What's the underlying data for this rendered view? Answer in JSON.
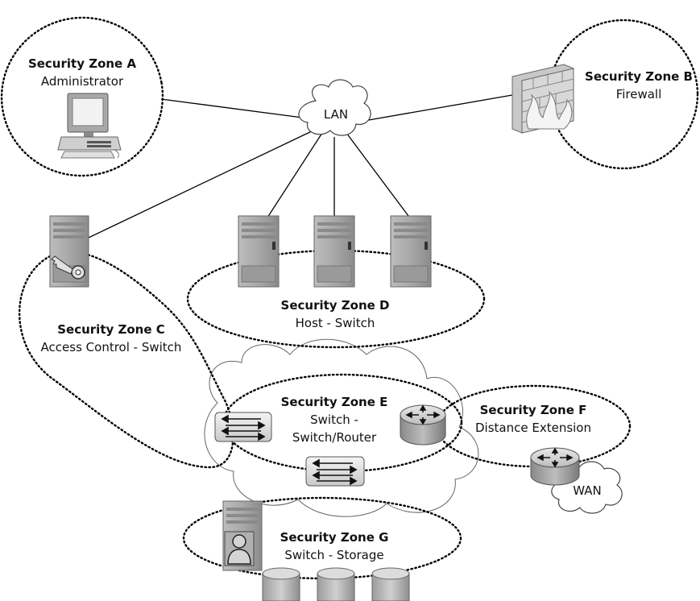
{
  "zones": {
    "a": {
      "title": "Security Zone A",
      "subtitle": "Administrator"
    },
    "b": {
      "title": "Security Zone B",
      "subtitle": "Firewall"
    },
    "c": {
      "title": "Security Zone C",
      "subtitle": "Access Control - Switch"
    },
    "d": {
      "title": "Security Zone D",
      "subtitle": "Host - Switch"
    },
    "e": {
      "title": "Security Zone E",
      "subtitle_line1": "Switch -",
      "subtitle_line2": "Switch/Router"
    },
    "f": {
      "title": "Security Zone F",
      "subtitle": "Distance Extension"
    },
    "g": {
      "title": "Security Zone G",
      "subtitle": "Switch - Storage"
    }
  },
  "clouds": {
    "lan": "LAN",
    "wan": "WAN"
  },
  "icons": {
    "admin": "desktop-computer-icon",
    "firewall": "firewall-icon",
    "access_server": "server-with-key-icon",
    "hosts": "server-icon",
    "switch": "switch-icon",
    "router": "router-icon",
    "storage_server": "server-with-user-icon",
    "disks": "storage-disk-icon"
  },
  "colors": {
    "line": "#000000",
    "device_gray": "#9a9a9a",
    "device_dark": "#6e6e6e"
  }
}
